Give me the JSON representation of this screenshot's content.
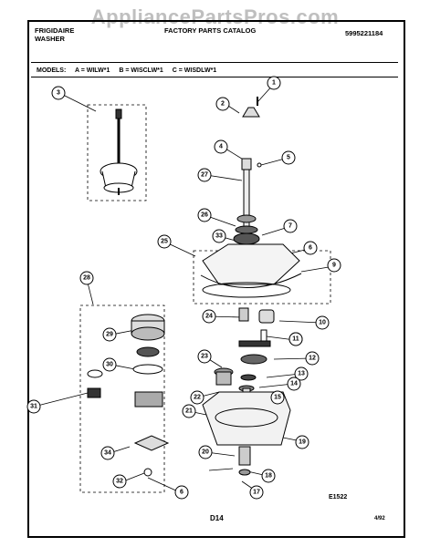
{
  "watermark": "AppliancePartsPros.com",
  "header": {
    "brand_line1": "FRIGIDAIRE",
    "brand_line2": "WASHER",
    "title": "FACTORY PARTS CATALOG",
    "catalog_number": "5995221184"
  },
  "models": {
    "label": "MODELS:",
    "a": "A = WILW*1",
    "b": "B = WISCLW*1",
    "c": "C = WISDLW*1"
  },
  "callouts": [
    "1",
    "2",
    "3",
    "4",
    "5",
    "6",
    "6",
    "7",
    "8",
    "9",
    "10",
    "11",
    "12",
    "13",
    "14",
    "15",
    "16",
    "17",
    "18",
    "19",
    "20",
    "21",
    "22",
    "23",
    "24",
    "25",
    "26",
    "27",
    "28",
    "29",
    "30",
    "31",
    "32",
    "33",
    "34"
  ],
  "footer": {
    "diagram_code": "E1522",
    "page": "D14",
    "date": "4/92"
  }
}
